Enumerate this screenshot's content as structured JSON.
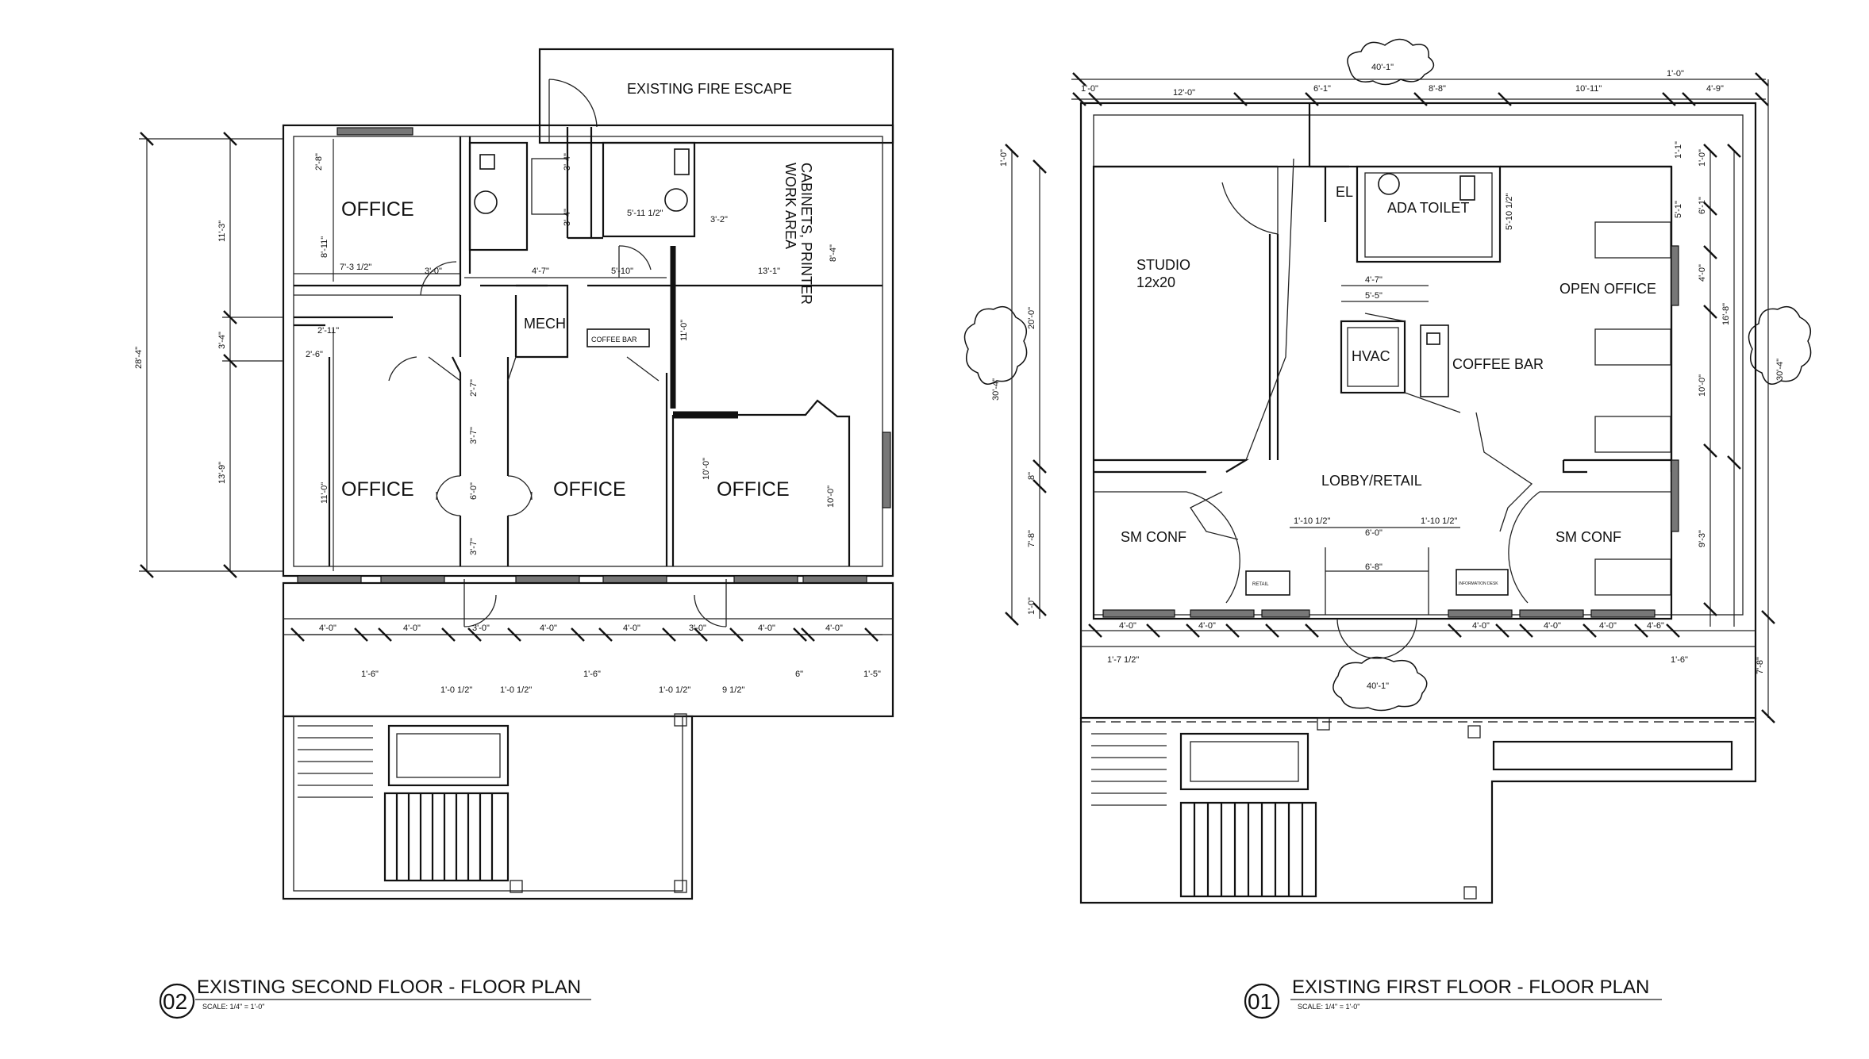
{
  "second_floor": {
    "tag_number": "02",
    "title": "EXISTING SECOND FLOOR - FLOOR PLAN",
    "scale": "SCALE: 1/4\" = 1'-0\"",
    "rooms": {
      "fire_escape": "EXISTING FIRE ESCAPE",
      "office_top": "OFFICE",
      "office_left": "OFFICE",
      "office_mid": "OFFICE",
      "office_right": "OFFICE",
      "mech": "MECH",
      "coffee_bar": "COFFEE BAR",
      "cabinets_1": "CABINETS, PRINTER",
      "cabinets_2": "WORK AREA"
    },
    "dims": {
      "overall_h": "28'-4\"",
      "upper_h": "11'-3\"",
      "mid_h": "3'-4\"",
      "lower_h": "13'-9\"",
      "office_top_h": "8'-11\"",
      "office_top_w": "7'-3 1/2\"",
      "office_left_h": "11'-0\"",
      "office_right_w": "10'-0\"",
      "right_wall_h": "10'-0\"",
      "work_w": "13'-1\"",
      "work_h": "8'-4\"",
      "coffee_h": "11'-0\"",
      "hall_w": "4'-7\"",
      "hall_w2": "5'-10\"",
      "bath_w": "5'-11 1/2\"",
      "bath_w2": "3'-2\"",
      "stair_w": "3'-4\"",
      "stair_h": "3'-4\"",
      "win_1": "4'-0\"",
      "win_2": "4'-0\"",
      "win_3": "4'-0\"",
      "win_4": "4'-0\"",
      "win_5": "4'-0\"",
      "win_6": "4'-0\"",
      "door_1": "3'-0\"",
      "door_2": "3'-0\"",
      "balc_1": "1'-6\"",
      "balc_2": "1'-6\"",
      "balc_3": "6\"",
      "balc_4": "1'-5\"",
      "balc_5": "1'-0 1/2\"",
      "balc_6": "1'-0 1/2\"",
      "balc_7": "1'-0 1/2\"",
      "balc_8": "9 1/2\"",
      "corr_1": "2'-7\"",
      "corr_2": "3'-7\"",
      "corr_3": "6'-0\"",
      "corr_4": "3'-7\"",
      "small_1": "2'-11\"",
      "small_2": "2'-6\"",
      "small_3": "3'-0\"",
      "small_4": "2'-8\""
    }
  },
  "first_floor": {
    "tag_number": "01",
    "title": "EXISTING FIRST FLOOR - FLOOR PLAN",
    "scale": "SCALE: 1/4\" = 1'-0\"",
    "rooms": {
      "studio": "STUDIO",
      "studio_size": "12x20",
      "el": "EL",
      "ada_toilet": "ADA TOILET",
      "open_office": "OPEN OFFICE",
      "hvac": "HVAC",
      "coffee_bar": "COFFEE BAR",
      "lobby": "LOBBY/RETAIL",
      "sm_conf_left": "SM CONF",
      "sm_conf_right": "SM CONF",
      "retail_left": "RETAIL",
      "retail_right": "INFORMATION DESK"
    },
    "dims": {
      "cloud_top": "40'-1\"",
      "cloud_bottom": "40'-1\"",
      "cloud_left": "30'-4\"",
      "cloud_right": "30'-4\"",
      "top_1": "1'-0\"",
      "top_2": "12'-0\"",
      "top_3": "6'-1\"",
      "top_4": "8'-8\"",
      "top_5": "10'-11\"",
      "top_6": "1'-0\"",
      "top_7": "4'-9\"",
      "left_1": "1'-0\"",
      "left_2": "20'-0\"",
      "left_3": "8\"",
      "left_4": "7'-8\"",
      "left_5": "1'-0\"",
      "right_1": "1'-0\"",
      "right_2": "6'-1\"",
      "right_3": "4'-0\"",
      "right_4": "16'-8\"",
      "right_5": "10'-0\"",
      "right_6": "9'-3\"",
      "right_7": "7'-8\"",
      "right_8": "1'-1\"",
      "right_9": "5'-1\"",
      "coffee_1": "4'-7\"",
      "coffee_2": "5'-5\"",
      "entry_1": "1'-10 1/2\"",
      "entry_2": "6'-0\"",
      "entry_3": "1'-10 1/2\"",
      "entry_4": "6'-8\"",
      "bath_dim": "5'-10 1/2\"",
      "bot_1": "4'-0\"",
      "bot_2": "4'-0\"",
      "bot_3": "4'-0\"",
      "bot_4": "4'-0\"",
      "bot_5": "4'-0\"",
      "bot_6": "4'-6\"",
      "bot_7": "1'-7 1/2\"",
      "bot_8": "1'-6\""
    }
  }
}
